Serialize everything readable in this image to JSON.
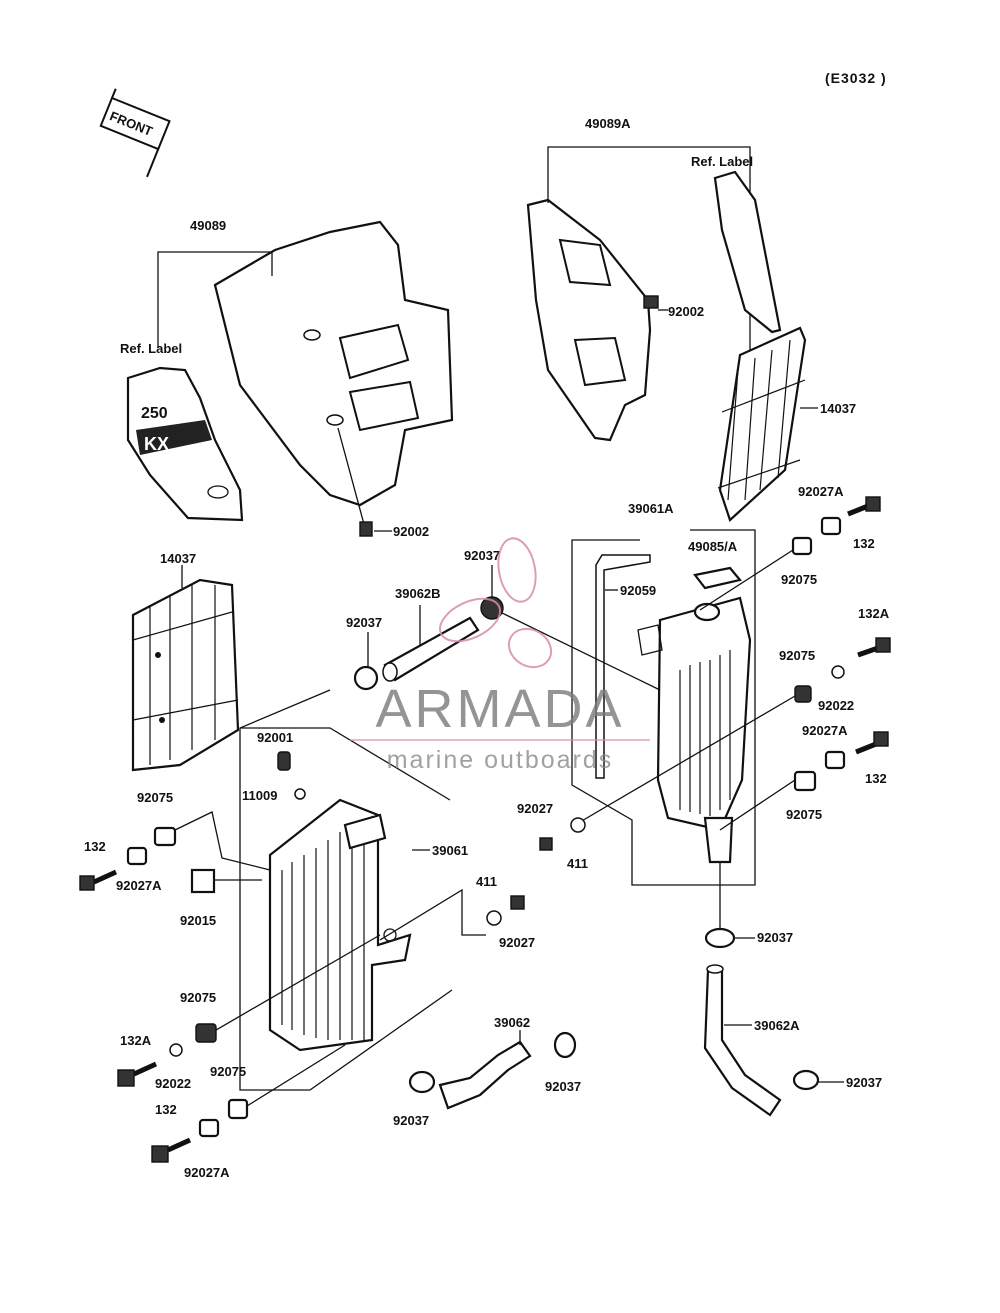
{
  "diagram_code": "(E3032 )",
  "front_badge": "FRONT",
  "labels": {
    "l_49089": "49089",
    "l_ref_left": "Ref. Label",
    "l_92002_a": "92002",
    "l_49089A": "49089A",
    "l_ref_right": "Ref. Label",
    "l_92002_b": "92002",
    "l_14037_r": "14037",
    "l_14037_l": "14037",
    "l_39061A": "39061A",
    "l_92027A_r1": "92027A",
    "l_132_r1": "132",
    "l_49085A": "49085/A",
    "l_92075_r1": "92075",
    "l_92037_top": "92037",
    "l_39062B": "39062B",
    "l_92037_l": "92037",
    "l_92059": "92059",
    "l_132A_r": "132A",
    "l_92075_r2": "92075",
    "l_92022_r": "92022",
    "l_92027A_r2": "92027A",
    "l_132_r2": "132",
    "l_92075_r3": "92075",
    "l_92001": "92001",
    "l_11009": "11009",
    "l_92027_r": "92027",
    "l_411_r": "411",
    "l_92075_l1": "92075",
    "l_132_l1": "132",
    "l_92027A_l1": "92027A",
    "l_39061": "39061",
    "l_92015": "92015",
    "l_411_c": "411",
    "l_92027_c": "92027",
    "l_92037_r": "92037",
    "l_92075_l2": "92075",
    "l_39062": "39062",
    "l_39062A": "39062A",
    "l_132A_l": "132A",
    "l_92022_l": "92022",
    "l_92075_l3": "92075",
    "l_92037_b1": "92037",
    "l_92037_b2": "92037",
    "l_92037_b3": "92037",
    "l_132_l2": "132",
    "l_92027A_l2": "92027A"
  },
  "shroud_badge": {
    "model": "250",
    "brand": "KX"
  },
  "watermark": {
    "name": "ARMADA",
    "tagline": "marine outboards",
    "color": "#d98bb0"
  }
}
